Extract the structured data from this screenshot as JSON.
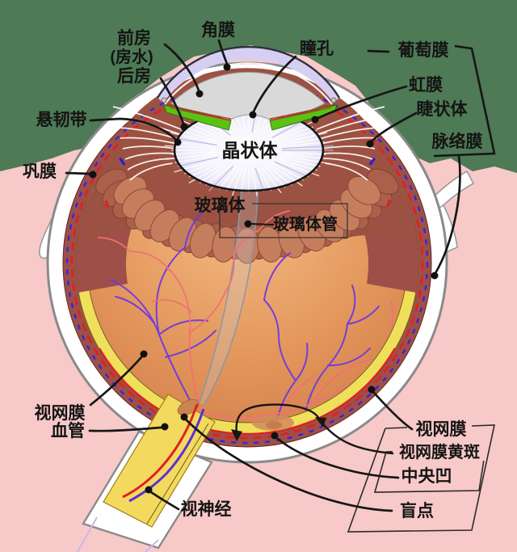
{
  "diagram": {
    "subject": "human-eye-cross-section",
    "labels": {
      "anterior_chamber": "前房",
      "aqueous_humor": "(房水)",
      "posterior_chamber": "后房",
      "cornea": "角膜",
      "pupil": "瞳孔",
      "uvea": "葡萄膜",
      "iris": "虹膜",
      "ciliary_body": "睫状体",
      "choroid": "脉络膜",
      "zonule": "悬韧带",
      "sclera": "巩膜",
      "lens": "晶状体",
      "vitreous": "玻璃体",
      "hyaloid_canal": "玻璃体管",
      "retinal_vessels_line1": "视网膜",
      "retinal_vessels_line2": "血管",
      "optic_nerve": "视神经",
      "retina": "视网膜",
      "macula": "视网膜黄斑",
      "fovea": "中央凹",
      "blind_spot": "盲点"
    },
    "colors": {
      "background_pink": "#f8c9c9",
      "background_green": "#4e7a55",
      "sclera_white": "#ffffff",
      "choroid_red": "#9e4f48",
      "retina_yellow": "#f0df5a",
      "vitreous_orange": "#e39459",
      "iris_green": "#58c315",
      "cornea_lavender": "#d6cff2",
      "vessel_red": "#ef7272",
      "vessel_purple": "#6d3ae0",
      "nerve_yellow": "#f3da5e",
      "line_black": "#161616"
    }
  }
}
